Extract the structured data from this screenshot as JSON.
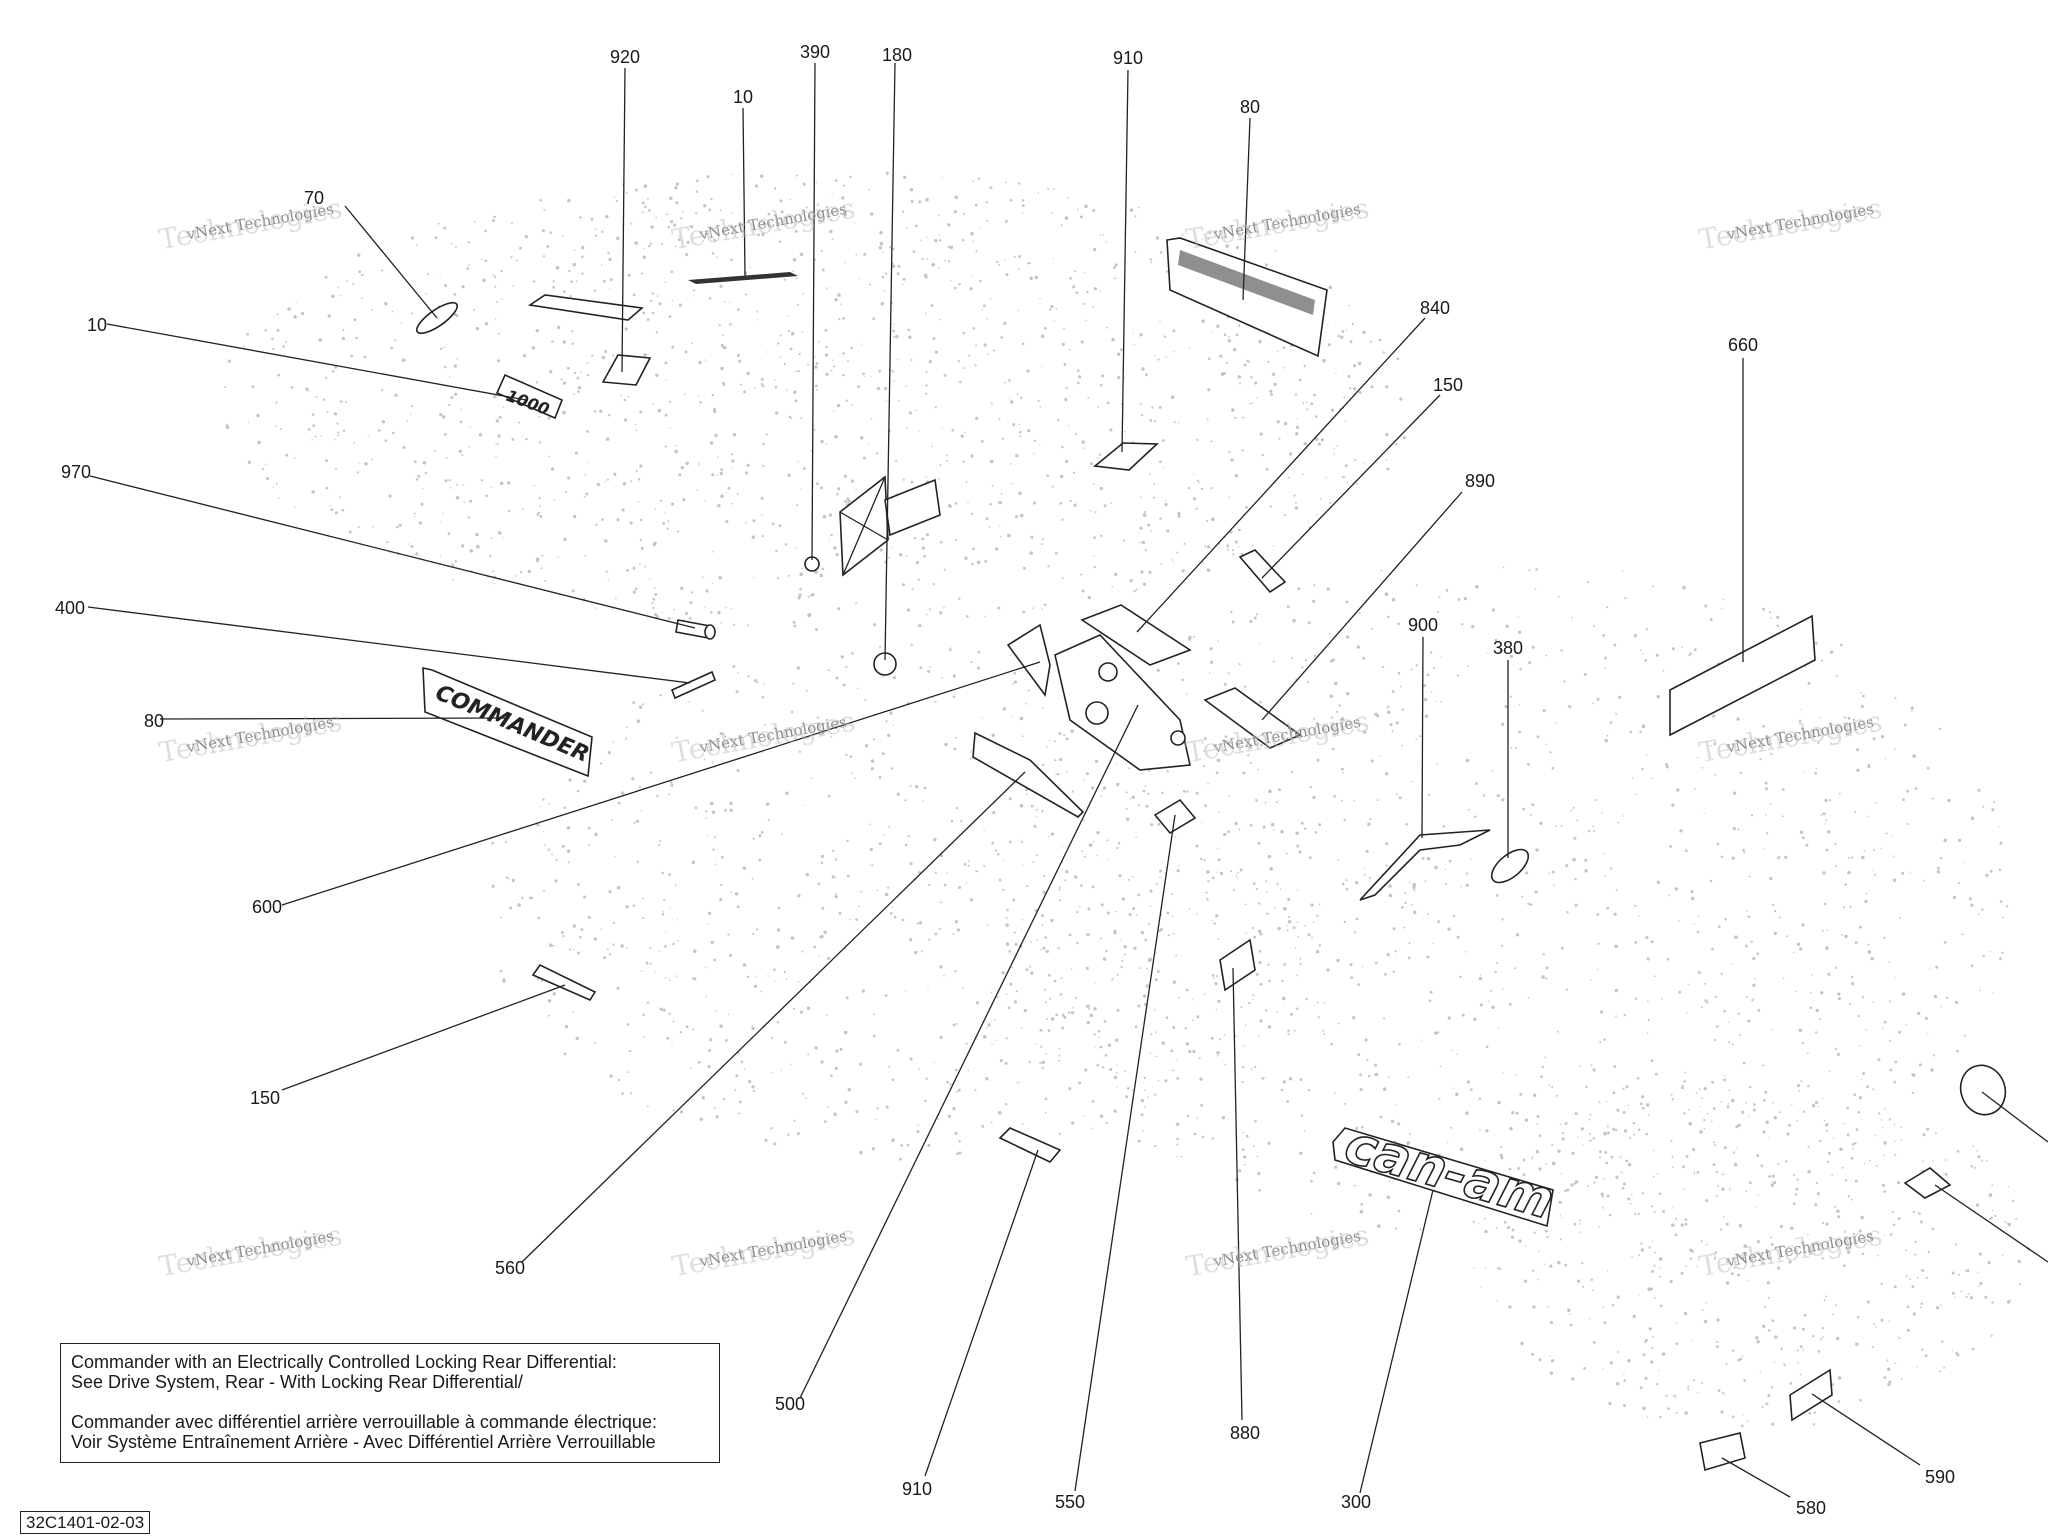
{
  "watermark": {
    "line1": "vNext Technologies",
    "line2": "Technologies",
    "top": "vNext"
  },
  "callouts": [
    {
      "id": "c-920",
      "label": "920"
    },
    {
      "id": "c-390",
      "label": "390"
    },
    {
      "id": "c-180",
      "label": "180"
    },
    {
      "id": "c-10a",
      "label": "10"
    },
    {
      "id": "c-910a",
      "label": "910"
    },
    {
      "id": "c-80a",
      "label": "80"
    },
    {
      "id": "c-70",
      "label": "70"
    },
    {
      "id": "c-10b",
      "label": "10"
    },
    {
      "id": "c-840",
      "label": "840"
    },
    {
      "id": "c-150a",
      "label": "150"
    },
    {
      "id": "c-660",
      "label": "660"
    },
    {
      "id": "c-890",
      "label": "890"
    },
    {
      "id": "c-970",
      "label": "970"
    },
    {
      "id": "c-400",
      "label": "400"
    },
    {
      "id": "c-900",
      "label": "900"
    },
    {
      "id": "c-380",
      "label": "380"
    },
    {
      "id": "c-80b",
      "label": "80"
    },
    {
      "id": "c-600",
      "label": "600"
    },
    {
      "id": "c-150b",
      "label": "150"
    },
    {
      "id": "c-560",
      "label": "560"
    },
    {
      "id": "c-500",
      "label": "500"
    },
    {
      "id": "c-910b",
      "label": "910"
    },
    {
      "id": "c-550",
      "label": "550"
    },
    {
      "id": "c-880",
      "label": "880"
    },
    {
      "id": "c-300",
      "label": "300"
    },
    {
      "id": "c-590",
      "label": "590"
    },
    {
      "id": "c-580",
      "label": "580"
    }
  ],
  "note": {
    "line1": "Commander with an Electrically Controlled Locking Rear Differential:",
    "line2": "See Drive System, Rear - With Locking Rear Differential/",
    "line3": "Commander avec différentiel arrière verrouillable à commande électrique:",
    "line4": "Voir Système Entraînement Arrière - Avec Différentiel Arrière Verrouillable"
  },
  "drawing_id": "32C1401-02-03",
  "decal_text": {
    "logo": "can-am",
    "model": "COMMANDER",
    "badge": "1000"
  }
}
